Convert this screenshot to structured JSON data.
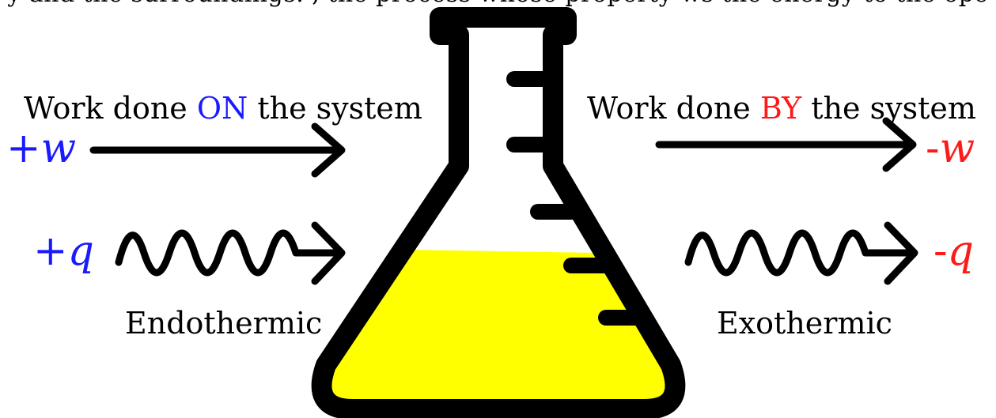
{
  "top_line_fragment": "y  and the  surroundings.     , the process      whose     property      ws     the energy to the    ope",
  "left": {
    "work_heading": {
      "before": "Work done ",
      "emphasis": "ON",
      "after": " the system"
    },
    "work_symbol": {
      "sign": "+",
      "var": "w"
    },
    "heat_symbol": {
      "sign": "+",
      "var": "q"
    },
    "heat_label": "Endothermic"
  },
  "right": {
    "work_heading": {
      "before": "Work done ",
      "emphasis": "BY",
      "after": " the system"
    },
    "work_symbol": {
      "sign": "-",
      "var": "w"
    },
    "heat_symbol": {
      "sign": "-",
      "var": "q"
    },
    "heat_label": "Exothermic"
  },
  "colors": {
    "into_system": "#1a1aff",
    "out_of_system": "#ff1a1a",
    "liquid": "#ffff00",
    "outline": "#000000"
  },
  "icons": {
    "flask": "erlenmeyer-flask-icon",
    "work_arrow": "straight-arrow-icon",
    "heat_arrow": "wavy-arrow-icon"
  }
}
